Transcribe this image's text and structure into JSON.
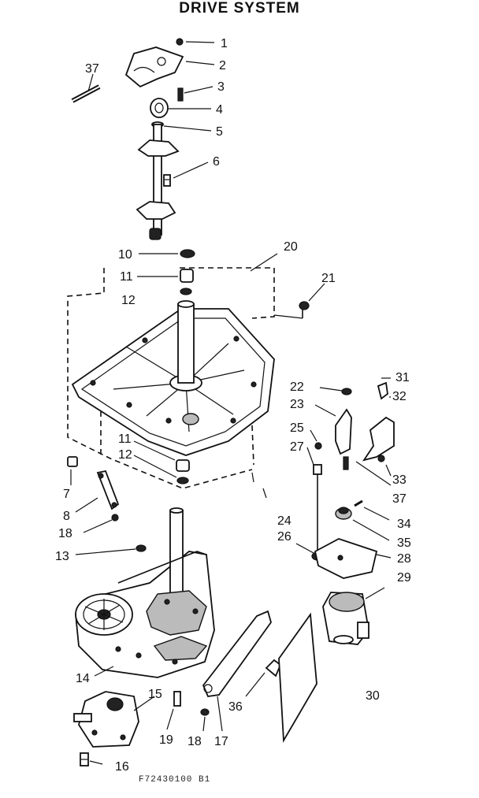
{
  "title": "DRIVE SYSTEM",
  "footer_code": "F72430100   B1",
  "callouts": [
    "1",
    "2",
    "3",
    "4",
    "5",
    "6",
    "7",
    "8",
    "10",
    "11",
    "12",
    "11",
    "12",
    "13",
    "14",
    "15",
    "16",
    "17",
    "18",
    "18",
    "19",
    "20",
    "21",
    "22",
    "23",
    "24",
    "25",
    "26",
    "27",
    "28",
    "29",
    "30",
    "31",
    "32",
    "33",
    "34",
    "35",
    "36",
    "37",
    "37"
  ]
}
